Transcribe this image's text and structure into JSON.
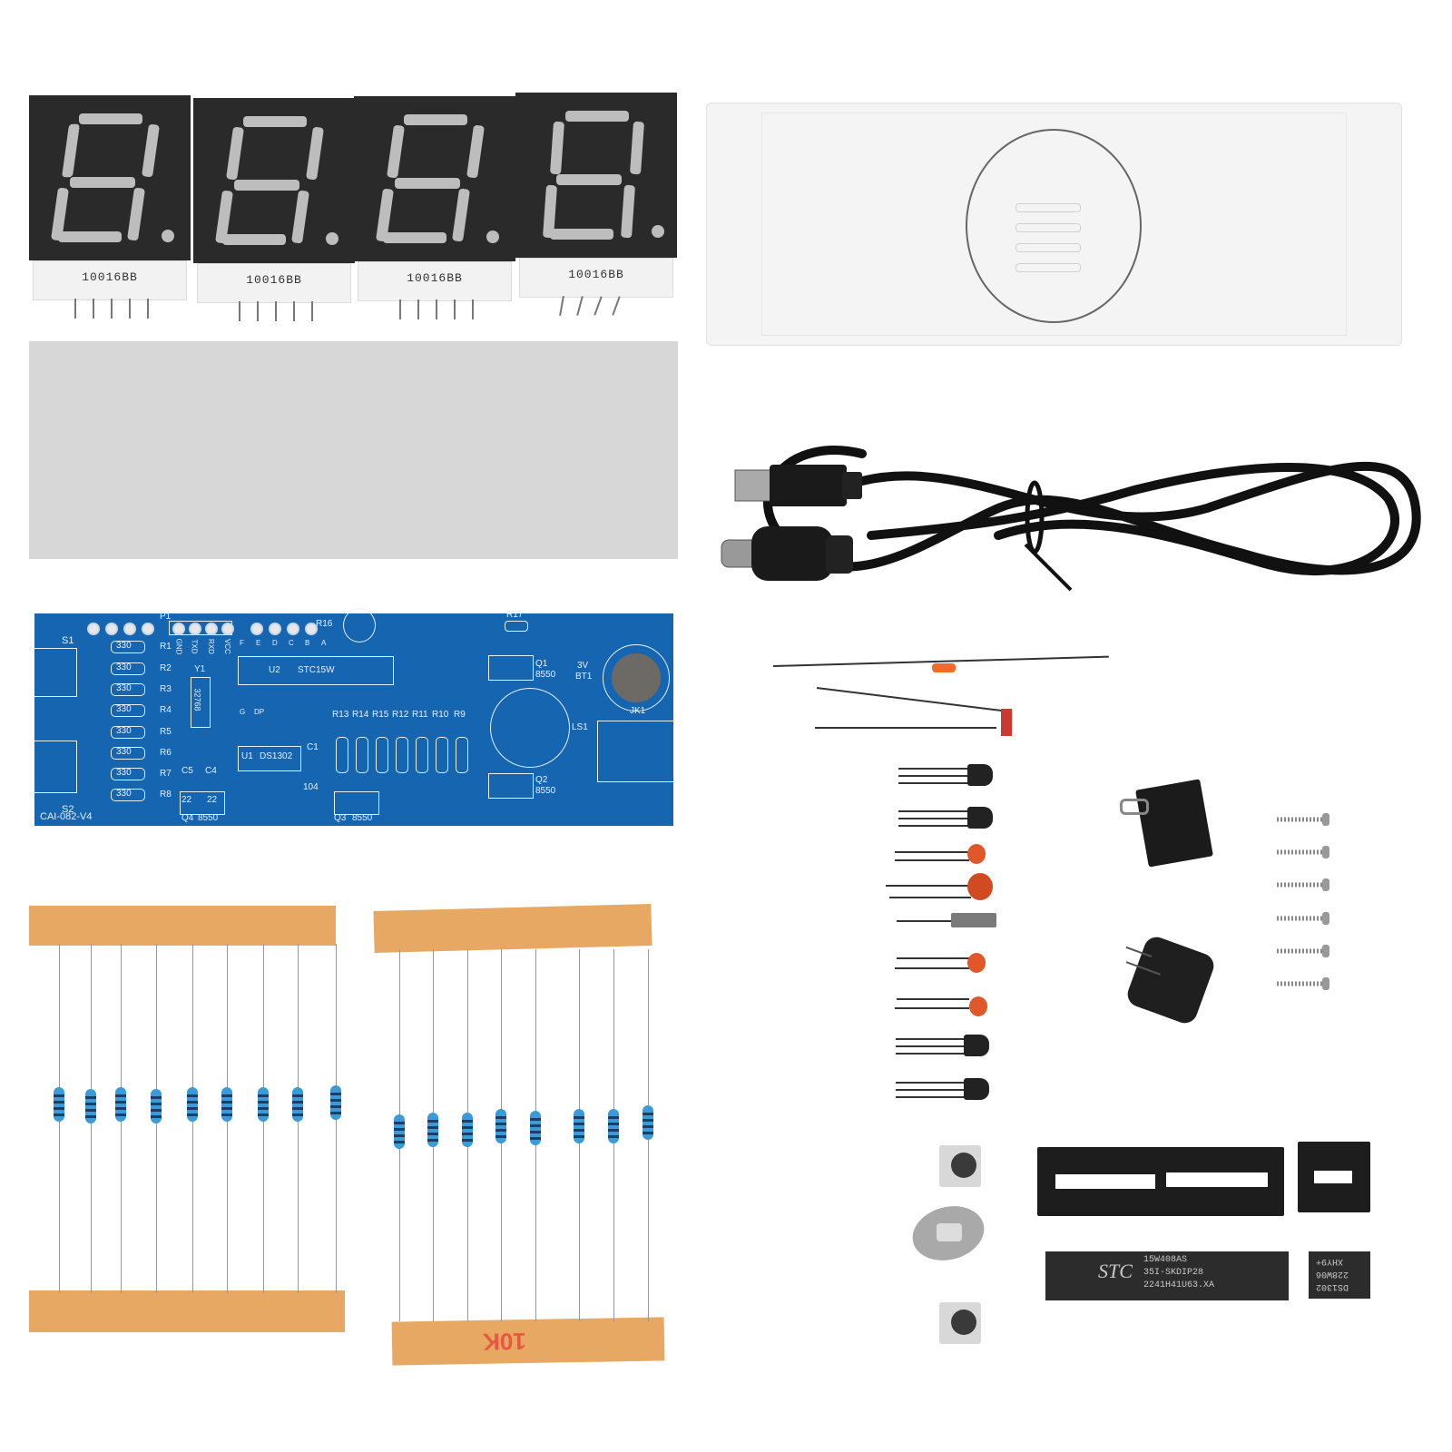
{
  "image": {
    "description": "DIY digital clock electronics kit parts laid out on white background",
    "background_color": "#ffffff"
  },
  "seven_segment_displays": {
    "count": 4,
    "part_label": "10016BB",
    "labels": [
      "10016BB",
      "10016BB",
      "10016BB",
      "10016BB"
    ],
    "face_color": "#2a2a2a",
    "segment_color": "#bdbdbd"
  },
  "acrylic_case": {
    "description": "clear acrylic enclosure with circular speaker vent",
    "vent_slots": 4
  },
  "filter_sheet": {
    "description": "grey display filter film",
    "color": "#d7d7d7"
  },
  "pcb": {
    "color": "#1565b0",
    "board_id": "CAI-082-V4",
    "header": {
      "name": "P1",
      "pins": [
        "GND",
        "TXD",
        "RXD",
        "VCC"
      ]
    },
    "resistors_330": {
      "value": "330",
      "refs": [
        "R1",
        "R2",
        "R3",
        "R4",
        "R5",
        "R6",
        "R7",
        "R8"
      ]
    },
    "resistors_10k": {
      "value": "10K",
      "refs": [
        "R13",
        "R14",
        "R15",
        "R12",
        "R11",
        "R10",
        "R9"
      ]
    },
    "switches": [
      "S1",
      "S2"
    ],
    "crystal": {
      "ref": "Y1",
      "value": "32768"
    },
    "caps": [
      {
        "ref": "C5",
        "value": "22"
      },
      {
        "ref": "C4",
        "value": "22"
      },
      {
        "ref": "C1",
        "value": "104"
      }
    ],
    "ics": [
      {
        "ref": "U1",
        "value": "DS1302"
      },
      {
        "ref": "U2",
        "value": "STC15W"
      }
    ],
    "transistors": [
      {
        "ref": "Q1",
        "value": "8550"
      },
      {
        "ref": "Q2",
        "value": "8550"
      },
      {
        "ref": "Q3",
        "value": "8550"
      },
      {
        "ref": "Q4",
        "value": "8550"
      }
    ],
    "ldr": "R16",
    "r17": "R17",
    "battery": {
      "ref": "BT1",
      "value": "3V"
    },
    "buzzer": "LS1",
    "jack": "JK1",
    "segment_letters": [
      "F",
      "E",
      "D",
      "C",
      "B",
      "A"
    ],
    "seg_lower": [
      "G",
      "DP"
    ]
  },
  "usb_cable": {
    "description": "USB-A to DC barrel power cable, coiled",
    "color": "#111111"
  },
  "resistor_strips": [
    {
      "count": 9,
      "body_color": "#3a9bd8",
      "tape_color": "#e7a863",
      "tape_marking": ""
    },
    {
      "count": 8,
      "body_color": "#3a9bd8",
      "tape_color": "#e7a863",
      "tape_marking": "10K"
    }
  ],
  "loose_components": {
    "diode_or_resistor": "orange axial",
    "photoresistor": "red LDR",
    "transistors": 4,
    "ceramic_caps": 4,
    "crystal": 1,
    "dc_jack": 1,
    "buzzer": 1,
    "screws": 6,
    "tact_switches": 2,
    "battery_holder": 1
  },
  "chips": {
    "mcu": {
      "brand": "STC",
      "lines": [
        "15W408AS",
        "35I-SKDIP28",
        "2241H41U63.XA"
      ]
    },
    "rtc": {
      "lines": [
        "XHY9+",
        "228W06",
        "DS1302"
      ]
    },
    "socket_28": "DIP-28 socket",
    "socket_8": "DIP-8 socket"
  }
}
